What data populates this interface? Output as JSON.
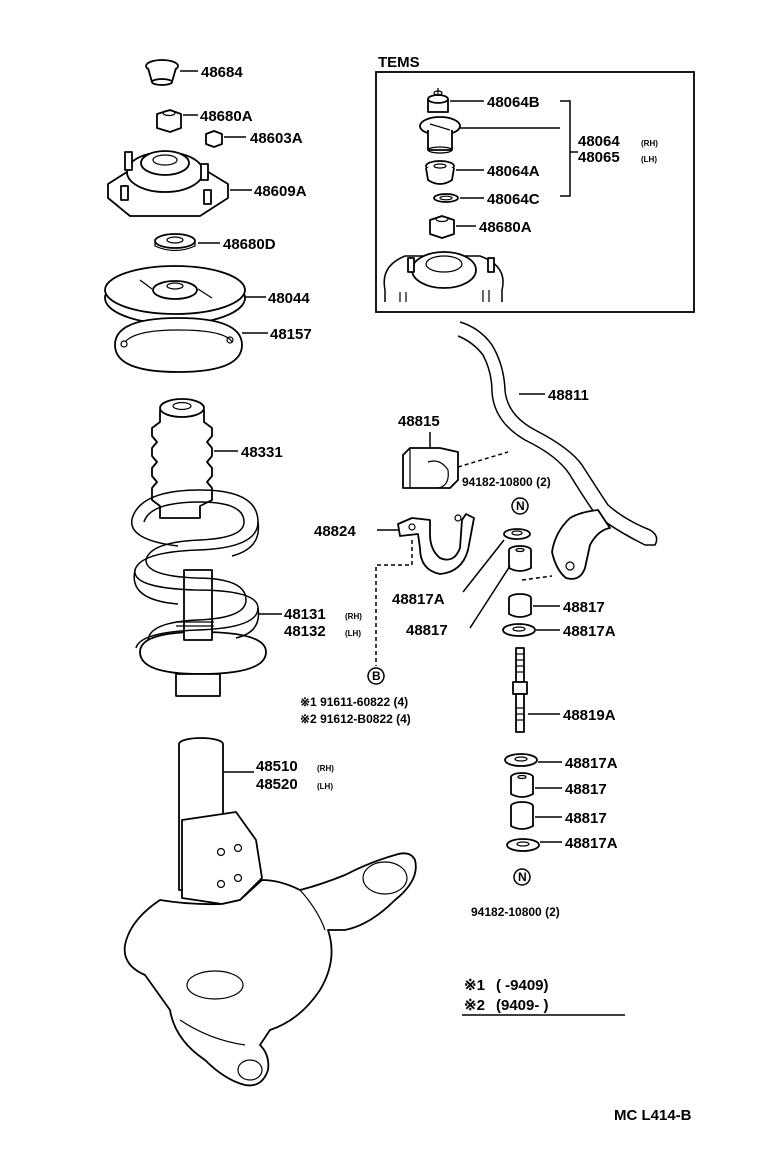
{
  "diagram": {
    "code": "MC L414-B",
    "tems_box_title": "TEMS",
    "parts": {
      "p48684": "48684",
      "p48680A": "48680A",
      "p48603A": "48603A",
      "p48609A": "48609A",
      "p48680D": "48680D",
      "p48044": "48044",
      "p48157": "48157",
      "p48331": "48331",
      "p48131": "48131",
      "p48132": "48132",
      "p48510": "48510",
      "p48520": "48520",
      "p48815": "48815",
      "p48824": "48824",
      "p48811": "48811",
      "p48817A_left": "48817A",
      "p48817_left": "48817",
      "p48817_r1": "48817",
      "p48817A_r1": "48817A",
      "p48819A": "48819A",
      "p48817A_r2": "48817A",
      "p48817_r2": "48817",
      "p48817_r3": "48817",
      "p48817A_r3": "48817A",
      "tems_48064B": "48064B",
      "tems_48064": "48064",
      "tems_48065": "48065",
      "tems_48064A": "48064A",
      "tems_48064C": "48064C",
      "tems_48680A": "48680A"
    },
    "side_tags": {
      "rh": "(RH)",
      "lh": "(LH)"
    },
    "bolts": {
      "upper": "94182-10800 (2)",
      "lower": "94182-10800 (2)",
      "bolt1": "※1 91611-60822 (4)",
      "bolt2": "※2 91612-B0822 (4)"
    },
    "circle_marks": {
      "n_upper": "N",
      "n_lower": "N",
      "b_mark": "B"
    },
    "legend": {
      "row1_mark": "※1",
      "row1_range": "(        -9409)",
      "row2_mark": "※2",
      "row2_range": "(9409-         )"
    }
  }
}
